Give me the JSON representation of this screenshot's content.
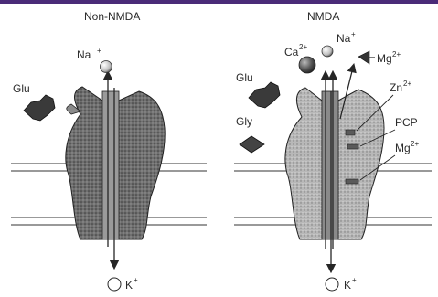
{
  "colors": {
    "top_bar": "#4a2b78",
    "ink": "#262626",
    "channel_dark": "#6a6a6a",
    "channel_light": "#b0b0b0"
  },
  "panels": {
    "left": {
      "title": "Non-NMDA",
      "labels": {
        "glu": "Glu",
        "na": "Na",
        "na_charge": "+",
        "k": "K",
        "k_charge": "+"
      }
    },
    "right": {
      "title": "NMDA",
      "labels": {
        "ca": "Ca",
        "ca_charge": "2+",
        "na": "Na",
        "na_charge": "+",
        "mg_out": "Mg",
        "mg_out_charge": "2+",
        "glu": "Glu",
        "gly": "Gly",
        "zn": "Zn",
        "zn_charge": "2+",
        "pcp": "PCP",
        "mg_in": "Mg",
        "mg_in_charge": "2+",
        "k": "K",
        "k_charge": "+"
      }
    }
  },
  "icons": [
    "glutamate-ligand-icon",
    "glycine-ligand-icon",
    "ion-sphere-icon",
    "mg-block-icon"
  ]
}
